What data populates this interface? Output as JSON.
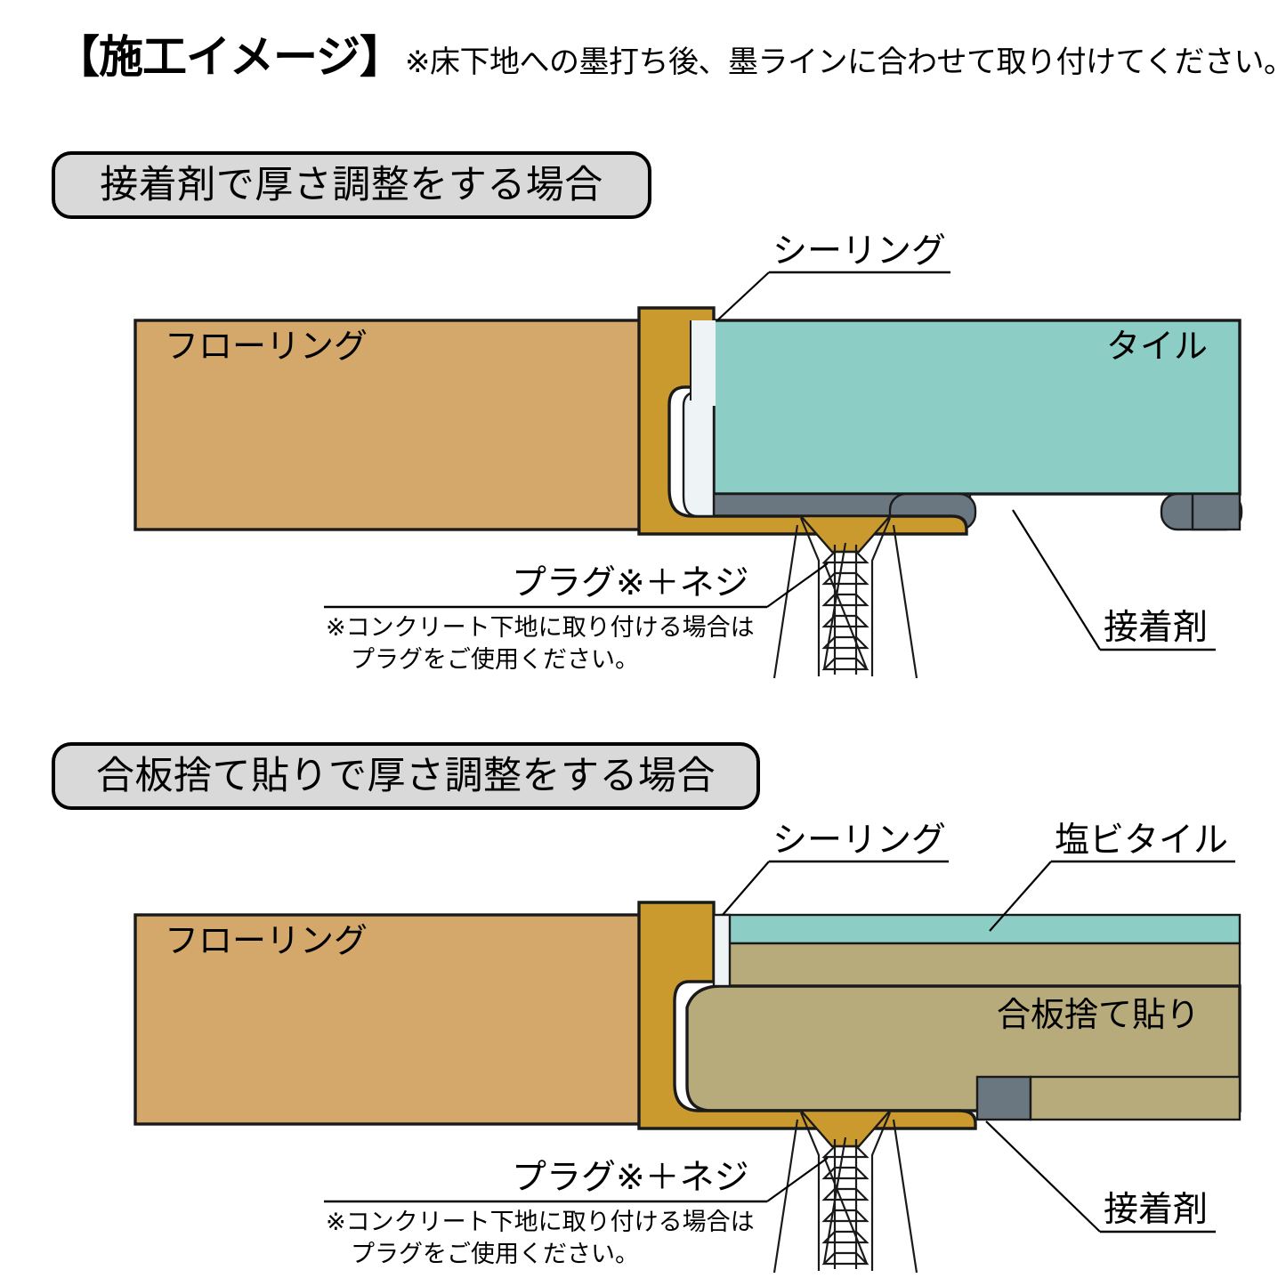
{
  "page": {
    "title_main": "【施工イメージ】",
    "title_note": "※床下地への墨打ち後、墨ラインに合わせて取り付けてください。",
    "background_color": "#ffffff"
  },
  "colors": {
    "flooring": "#d4a86a",
    "profile_metal": "#cb9a2e",
    "tile_ceramic": "#8ccdc5",
    "vinyl_tile": "#8ccdc5",
    "plywood": "#b7ab7c",
    "adhesive": "#6a7780",
    "sealing": "#eef3f6",
    "badge_fill": "#d9d9d9",
    "outline": "#1a1a1a"
  },
  "sections": [
    {
      "id": "section-1",
      "badge_label": "接着剤で厚さ調整をする場合",
      "labels": {
        "sealing": "シーリング",
        "flooring": "フローリング",
        "tile": "タイル",
        "plug_screw": "プラグ※＋ネジ",
        "plug_note_line1": "※コンクリート下地に取り付ける場合は",
        "plug_note_line2": "プラグをご使用ください。",
        "adhesive": "接着剤"
      }
    },
    {
      "id": "section-2",
      "badge_label": "合板捨て貼りで厚さ調整をする場合",
      "labels": {
        "sealing": "シーリング",
        "vinyl_tile": "塩ビタイル",
        "flooring": "フローリング",
        "plywood": "合板捨て貼り",
        "plug_screw": "プラグ※＋ネジ",
        "plug_note_line1": "※コンクリート下地に取り付ける場合は",
        "plug_note_line2": "プラグをご使用ください。",
        "adhesive": "接着剤"
      }
    }
  ]
}
